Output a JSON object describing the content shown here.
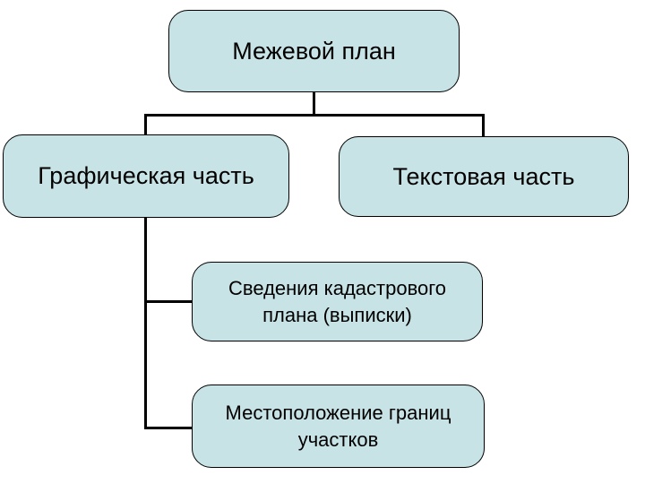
{
  "diagram": {
    "type": "flowchart",
    "background_color": "#ffffff",
    "node_fill_color": "#c8e3e6",
    "node_border_color": "#000000",
    "connector_color": "#000000",
    "nodes": [
      {
        "id": "root",
        "label": "Межевой план",
        "level": 1
      },
      {
        "id": "graphic-part",
        "label": "Графическая часть",
        "level": 2
      },
      {
        "id": "text-part",
        "label": "Текстовая часть",
        "level": 2
      },
      {
        "id": "cadastral-info",
        "label": "Сведения кадастрового плана (выписки)",
        "level": 3
      },
      {
        "id": "borders-location",
        "label": "Местоположение границ участков",
        "level": 3
      }
    ],
    "edges": [
      {
        "from": "root",
        "to": "graphic-part"
      },
      {
        "from": "root",
        "to": "text-part"
      },
      {
        "from": "graphic-part",
        "to": "cadastral-info"
      },
      {
        "from": "graphic-part",
        "to": "borders-location"
      }
    ]
  }
}
